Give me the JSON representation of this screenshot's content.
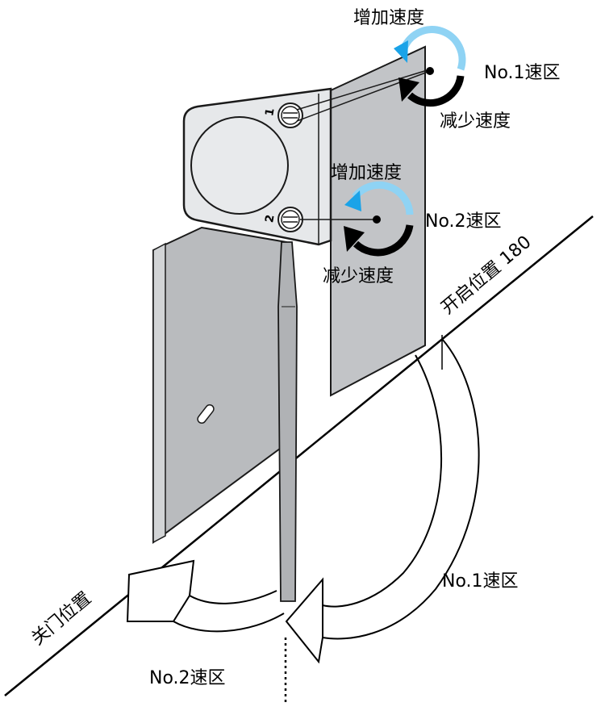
{
  "knob1": {
    "number": "1",
    "increase": "增加速度",
    "decrease": "减少速度",
    "zone": "No.1速区"
  },
  "knob2": {
    "number": "2",
    "increase": "增加速度",
    "decrease": "减少速度",
    "zone": "No.2速区"
  },
  "floor": {
    "open_position": "开启位置 180",
    "close_position": "关门位置",
    "zone1": "No.1速区",
    "zone2": "No.2速区"
  },
  "colors": {
    "door_fill": "#b9bbbe",
    "frame_fill": "#c2c4c7",
    "closer_body": "#e6e8ea",
    "increase_arrow": "#8fd3f4",
    "arrow_head": "#1aa3e8",
    "outline": "#1a1a1a"
  }
}
